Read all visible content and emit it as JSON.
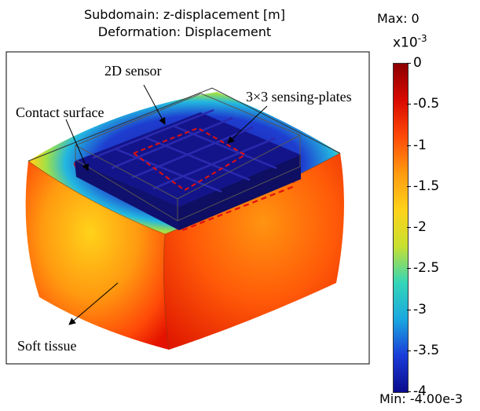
{
  "title": {
    "line1": "Subdomain: z-displacement [m]",
    "line2": "Deformation: Displacement"
  },
  "max_label": "Max: 0",
  "min_label": "Min: -4.00e-3",
  "colorbar": {
    "exponent_base": "x10",
    "exponent_power": "-3",
    "range": [
      -4,
      0
    ],
    "ticks": [
      "0",
      "-0.5",
      "-1",
      "-1.5",
      "-2",
      "-2.5",
      "-3",
      "-3.5",
      "-4"
    ],
    "colormap": [
      "#0a0a8c",
      "#1a3cd8",
      "#1aa8e0",
      "#33d6b8",
      "#c8e030",
      "#ffd21a",
      "#ff9a10",
      "#ff4a08",
      "#d80a00",
      "#8c0000"
    ]
  },
  "annotations": {
    "sensor": "2D sensor",
    "plates": "3×3 sensing-plates",
    "contact": "Contact surface",
    "tissue": "Soft tissue"
  },
  "colors": {
    "sensor_blue": "#14148a",
    "dashed_outline": "#e01010"
  }
}
